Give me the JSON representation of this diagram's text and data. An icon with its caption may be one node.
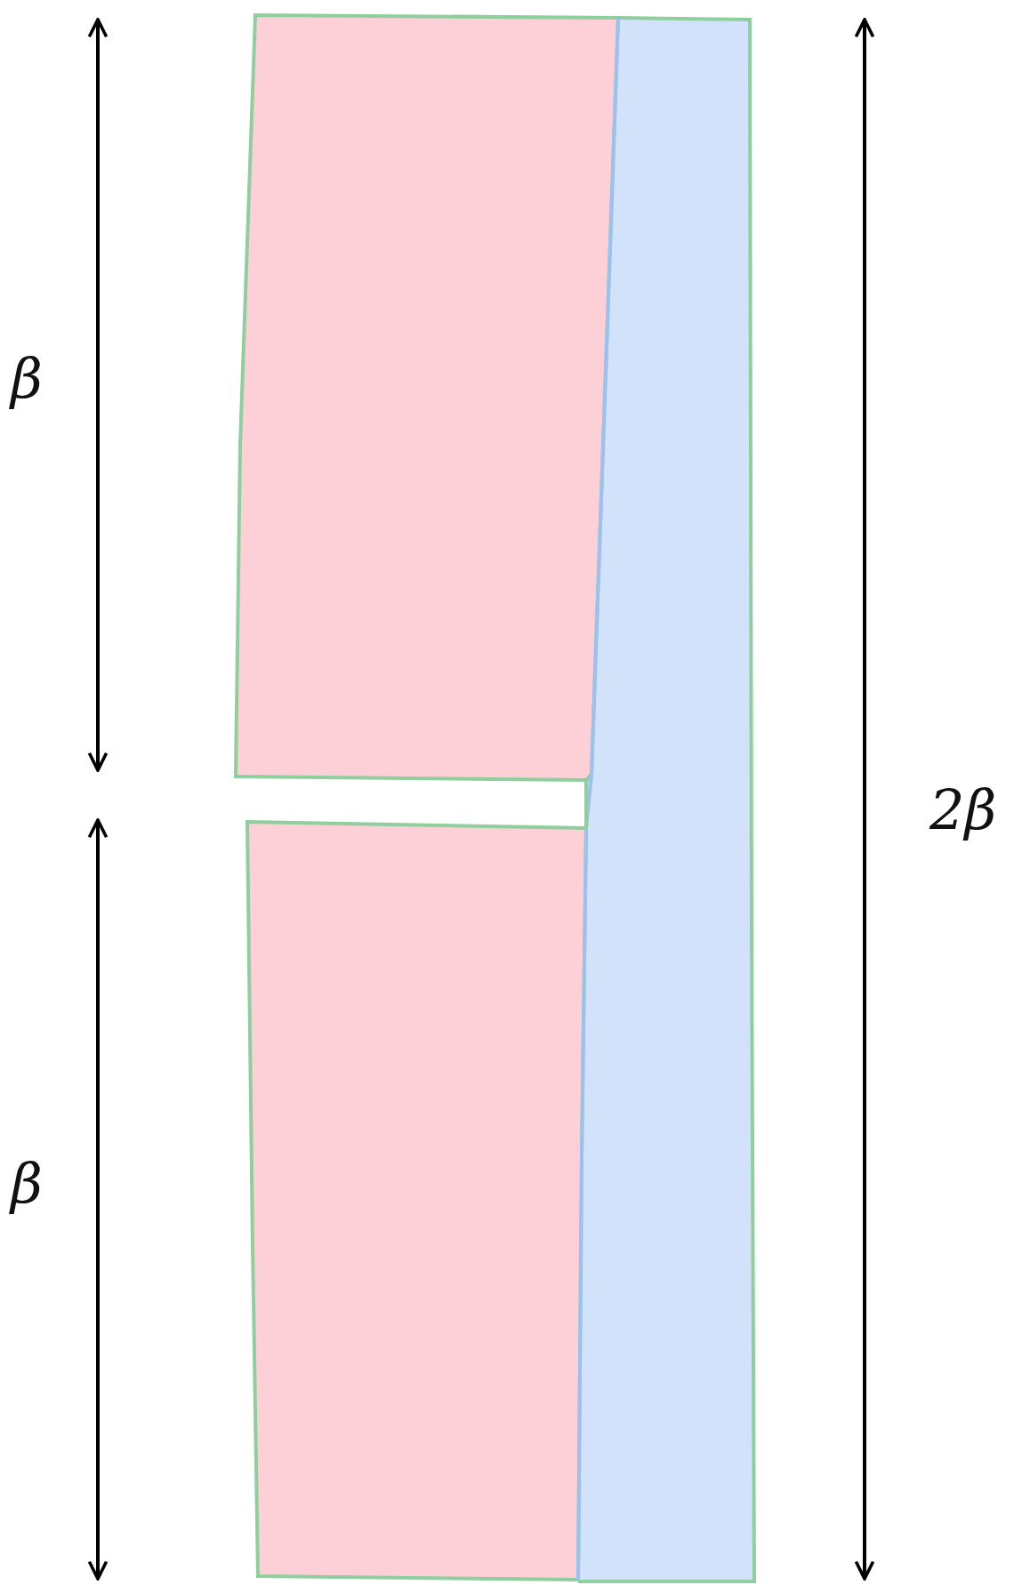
{
  "diagram": {
    "labels": [
      "β",
      "β",
      "2β"
    ]
  }
}
